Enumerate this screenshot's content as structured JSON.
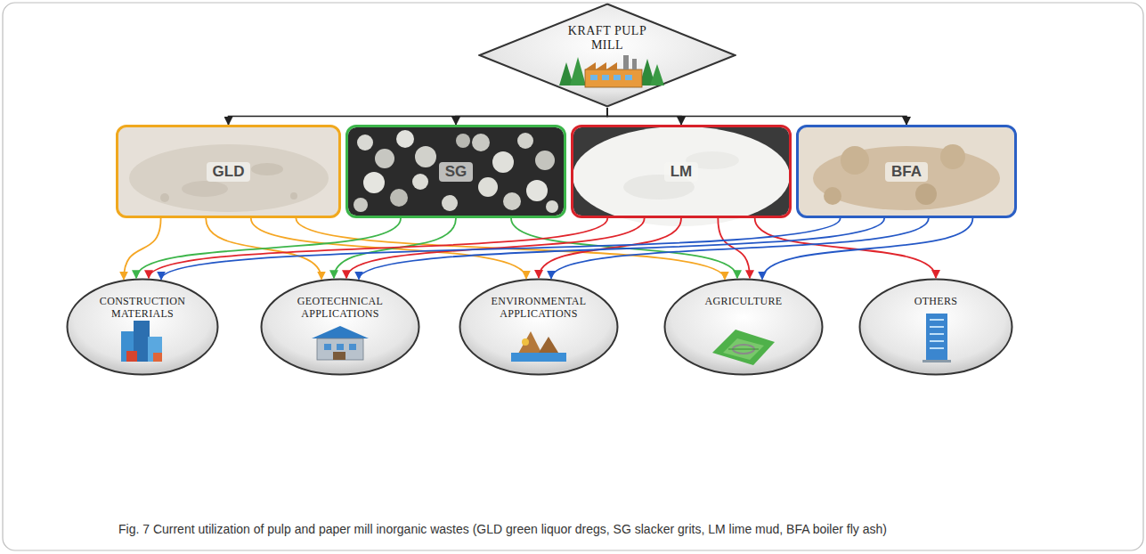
{
  "diagram": {
    "caption": "Fig. 7 Current utilization of pulp and paper mill inorganic wastes (GLD green liquor dregs, SG slacker grits, LM lime mud, BFA boiler fly ash)",
    "nodes": [
      {
        "text": [
          "KRAFT PULP MILL"
        ]
      },
      {
        "text": [
          "GLD"
        ]
      },
      {
        "text": [
          "SG"
        ]
      },
      {
        "text": [
          "LM"
        ]
      },
      {
        "text": [
          "BFA"
        ]
      },
      {
        "text": [
          "CONSTRUCTION MATERIALS"
        ]
      },
      {
        "text": [
          "GEOTECHNICAL APPLICATIONS"
        ]
      },
      {
        "text": [
          "ENVIRONMENTAL APPLICATIONS"
        ]
      },
      {
        "text": [
          "AGRICULTURE"
        ]
      },
      {
        "text": [
          "OTHERS"
        ]
      }
    ],
    "edges": [
      {
        "from": 0,
        "to": 1,
        "arrow": "to"
      },
      {
        "from": 0,
        "to": 2,
        "arrow": "to"
      },
      {
        "from": 0,
        "to": 3,
        "arrow": "to"
      },
      {
        "from": 0,
        "to": 4,
        "arrow": "to"
      },
      {
        "from": 1,
        "to": 5,
        "arrow": "to"
      },
      {
        "from": 1,
        "to": 6,
        "arrow": "to"
      },
      {
        "from": 1,
        "to": 7,
        "arrow": "to"
      },
      {
        "from": 1,
        "to": 8,
        "arrow": "to"
      },
      {
        "from": 2,
        "to": 5,
        "arrow": "to"
      },
      {
        "from": 2,
        "to": 6,
        "arrow": "to"
      },
      {
        "from": 2,
        "to": 8,
        "arrow": "to"
      },
      {
        "from": 3,
        "to": 5,
        "arrow": "to"
      },
      {
        "from": 3,
        "to": 6,
        "arrow": "to"
      },
      {
        "from": 3,
        "to": 7,
        "arrow": "to"
      },
      {
        "from": 3,
        "to": 8,
        "arrow": "to"
      },
      {
        "from": 3,
        "to": 9,
        "arrow": "to"
      },
      {
        "from": 4,
        "to": 5,
        "arrow": "to"
      },
      {
        "from": 4,
        "to": 6,
        "arrow": "to"
      },
      {
        "from": 4,
        "to": 7,
        "arrow": "to"
      },
      {
        "from": 4,
        "to": 8,
        "arrow": "to"
      }
    ]
  }
}
